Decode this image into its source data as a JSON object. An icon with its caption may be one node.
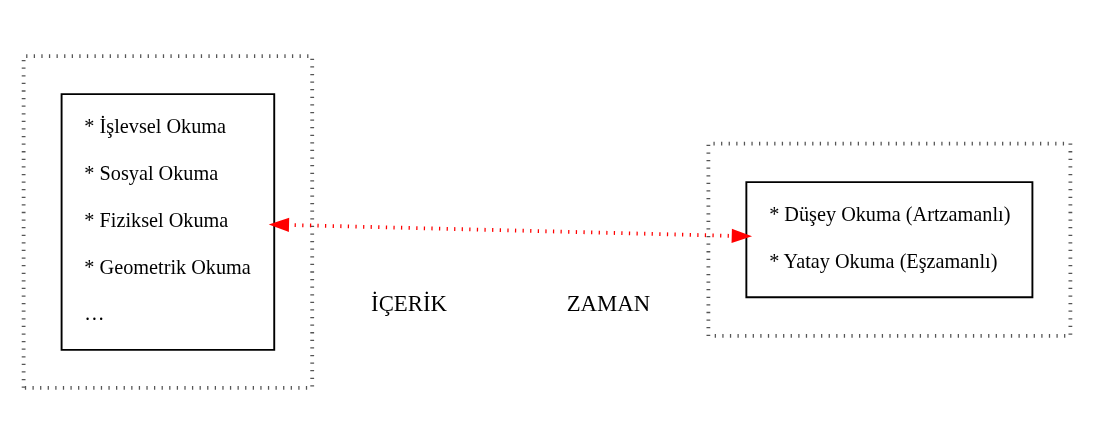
{
  "diagram": {
    "nodes": [
      {
        "text": [],
        "shape": "box"
      },
      {
        "text": [
          "* İşlevsel Okuma",
          "* Sosyal Okuma",
          "* Fiziksel Okuma",
          "* Geometrik Okuma",
          "…"
        ],
        "in": 0
      },
      {
        "text": [],
        "shape": "box"
      },
      {
        "text": [
          "* Düşey Okuma (Artzamanlı)",
          "* Yatay Okuma (Eşzamanlı)"
        ],
        "in": 2
      }
    ],
    "edges": [
      {
        "from": 1,
        "to": 3,
        "arrow": "both",
        "style": "dashed",
        "color": "#ff0000"
      }
    ],
    "labels": [
      "İÇERİK",
      "ZAMAN"
    ]
  }
}
